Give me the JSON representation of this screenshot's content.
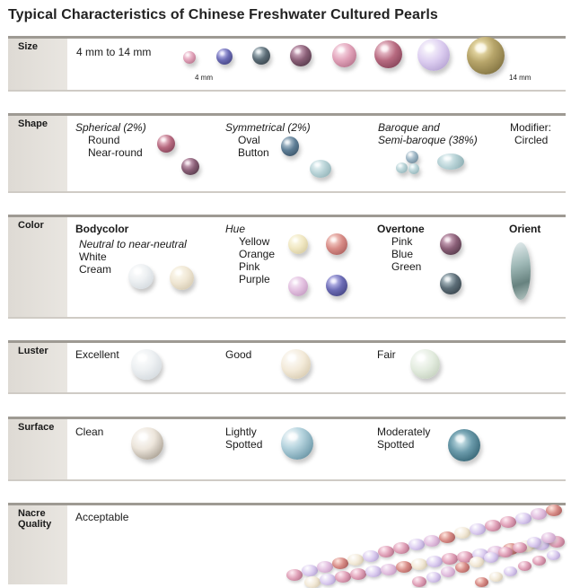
{
  "title": "Typical Characteristics of Chinese Freshwater Cultured Pearls",
  "size": {
    "label": "Size",
    "range": "4 mm to 14 mm",
    "min_label": "4 mm",
    "max_label": "14 mm"
  },
  "shape": {
    "label": "Shape",
    "spherical": {
      "heading": "Spherical (2%)",
      "items": [
        "Round",
        "Near-round"
      ]
    },
    "symmetrical": {
      "heading": "Symmetrical (2%)",
      "items": [
        "Oval",
        "Button"
      ]
    },
    "baroque": {
      "heading_line1": "Baroque and",
      "heading_line2": "Semi-baroque (38%)"
    },
    "modifier": {
      "line1": "Modifier:",
      "line2": "Circled"
    }
  },
  "color": {
    "label": "Color",
    "bodycolor": {
      "heading": "Bodycolor",
      "sub": "Neutral to near-neutral",
      "items": [
        "White",
        "Cream"
      ]
    },
    "hue": {
      "heading": "Hue",
      "items": [
        "Yellow",
        "Orange",
        "Pink",
        "Purple"
      ]
    },
    "overtone": {
      "heading": "Overtone",
      "items": [
        "Pink",
        "Blue",
        "Green"
      ]
    },
    "orient": {
      "heading": "Orient"
    }
  },
  "luster": {
    "label": "Luster",
    "grades": [
      "Excellent",
      "Good",
      "Fair"
    ]
  },
  "surface": {
    "label": "Surface",
    "grades": [
      "Clean",
      "Lightly",
      "Spotted",
      "Moderately",
      "Spotted"
    ]
  },
  "nacre": {
    "label_line1": "Nacre",
    "label_line2": "Quality",
    "grade": "Acceptable"
  }
}
